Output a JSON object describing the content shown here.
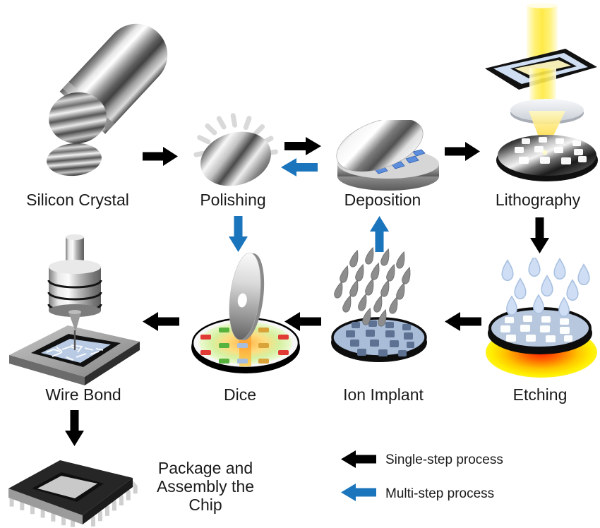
{
  "figure": {
    "background": "#ffffff",
    "nodes": [
      {
        "id": "silicon-crystal",
        "label": "Silicon Crystal"
      },
      {
        "id": "polishing",
        "label": "Polishing"
      },
      {
        "id": "deposition",
        "label": "Deposition"
      },
      {
        "id": "lithography",
        "label": "Lithography"
      },
      {
        "id": "etching",
        "label": "Etching"
      },
      {
        "id": "ion-implant",
        "label": "Ion Implant"
      },
      {
        "id": "dice",
        "label": "Dice"
      },
      {
        "id": "wire-bond",
        "label": "Wire Bond"
      },
      {
        "id": "package",
        "label": "Package and Assembly the Chip"
      }
    ],
    "edges": [
      {
        "from": "silicon-crystal",
        "to": "polishing",
        "type": "single-step"
      },
      {
        "from": "polishing",
        "to": "deposition",
        "type": "single-step"
      },
      {
        "from": "deposition",
        "to": "polishing",
        "type": "multi-step"
      },
      {
        "from": "deposition",
        "to": "lithography",
        "type": "single-step"
      },
      {
        "from": "lithography",
        "to": "etching",
        "type": "single-step"
      },
      {
        "from": "etching",
        "to": "ion-implant",
        "type": "single-step"
      },
      {
        "from": "ion-implant",
        "to": "deposition",
        "type": "multi-step"
      },
      {
        "from": "ion-implant",
        "to": "dice",
        "type": "single-step"
      },
      {
        "from": "polishing",
        "to": "dice",
        "type": "multi-step"
      },
      {
        "from": "dice",
        "to": "wire-bond",
        "type": "single-step"
      },
      {
        "from": "wire-bond",
        "to": "package",
        "type": "single-step"
      }
    ],
    "legend": [
      {
        "label": "Single-step process",
        "color": "#000000"
      },
      {
        "label": "Multi-step process",
        "color": "#1b75bc"
      }
    ],
    "colors": {
      "single_step_arrow": "#000000",
      "multi_step_arrow": "#1b75bc",
      "text": "#1a1a1a",
      "etch_glow_hot": "#ff1e00",
      "etch_glow_edge": "#fff200",
      "wafer_blue": "#aebfd8",
      "deposit_blue": "#5d8ede"
    }
  }
}
